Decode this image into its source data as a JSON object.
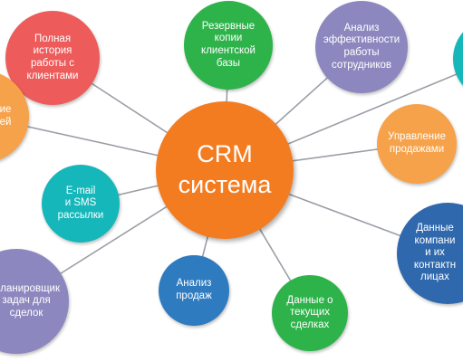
{
  "diagram": {
    "center": {
      "id": "center",
      "lines": [
        "CRM",
        "система"
      ],
      "color": "#f47c20"
    },
    "nodes": [
      {
        "id": "history",
        "lines": [
          "Полная",
          "история",
          "работы с",
          "клиентами"
        ],
        "color": "#ed5b5b"
      },
      {
        "id": "backups",
        "lines": [
          "Резервные",
          "копии",
          "клиентской",
          "базы"
        ],
        "color": "#2db34a"
      },
      {
        "id": "analysis",
        "lines": [
          "Анализ",
          "эффективности",
          "работы",
          "сотрудников"
        ],
        "color": "#8c88bf"
      },
      {
        "id": "teal",
        "lines": [],
        "color": "#15b7ba"
      },
      {
        "id": "left",
        "lines": [
          "ие",
          "ей"
        ],
        "color": "#f6a24a"
      },
      {
        "id": "sales",
        "lines": [
          "Управление",
          "продажами"
        ],
        "color": "#f6a24a"
      },
      {
        "id": "email",
        "lines": [
          "E-mail",
          "и SMS",
          "рассылки"
        ],
        "color": "#15b7ba"
      },
      {
        "id": "contacts",
        "lines": [
          "Данные",
          "компани",
          "и их",
          "контактн",
          "лицах"
        ],
        "color": "#2f68ad"
      },
      {
        "id": "planner",
        "lines": [
          "Планировщик",
          "задач для",
          "сделок"
        ],
        "color": "#8c88bf"
      },
      {
        "id": "analyze",
        "lines": [
          "Анализ",
          "продаж"
        ],
        "color": "#2f7bc0"
      },
      {
        "id": "deals",
        "lines": [
          "Данные о",
          "текущих",
          "сделках"
        ],
        "color": "#2db34a"
      }
    ],
    "links": [
      [
        "center",
        "history"
      ],
      [
        "center",
        "backups"
      ],
      [
        "center",
        "analysis"
      ],
      [
        "center",
        "teal"
      ],
      [
        "center",
        "left"
      ],
      [
        "center",
        "sales"
      ],
      [
        "center",
        "email"
      ],
      [
        "center",
        "contacts"
      ],
      [
        "center",
        "planner"
      ],
      [
        "center",
        "analyze"
      ],
      [
        "center",
        "deals"
      ]
    ],
    "link_color": "#9a9fa6"
  }
}
